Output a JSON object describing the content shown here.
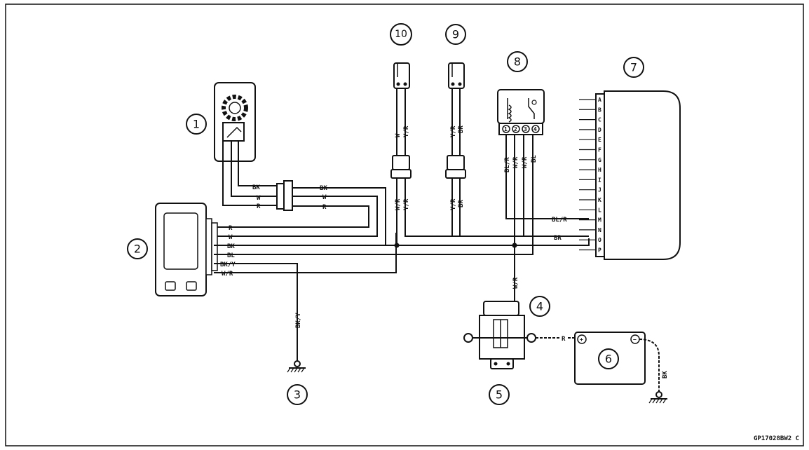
{
  "figure_code": "GP17028BW2 C",
  "callouts": [
    "1",
    "2",
    "3",
    "4",
    "5",
    "6",
    "7",
    "8",
    "9",
    "10"
  ],
  "ecu_pins": [
    "A",
    "B",
    "C",
    "D",
    "E",
    "F",
    "G",
    "H",
    "I",
    "J",
    "K",
    "L",
    "M",
    "N",
    "O",
    "P"
  ],
  "wire_labels": {
    "sw1_bk": "BK",
    "sw1_w": "W",
    "sw1_r": "R",
    "sw1b_bk": "BK",
    "sw1b_w": "W",
    "sw1b_r": "R",
    "meter_r": "R",
    "meter_w": "W",
    "meter_bk": "BK",
    "meter_bl": "BL",
    "meter_bky": "BK/Y",
    "meter_wr": "W/R",
    "ground_bky": "BK/Y",
    "c10_w": "W",
    "c10_yr": "Y/R",
    "c10_wr": "W/R",
    "c10_yr2": "Y/R",
    "c9_yr": "Y/R",
    "c9_br": "BR",
    "c9_yr2": "Y/R",
    "c9_br2": "BR",
    "relay_blr": "BL/R",
    "relay_wr": "W/R",
    "relay_wr2": "W/R",
    "relay_bl": "BL",
    "ecu_blr": "BL/R",
    "ecu_br": "BR",
    "fuse_wr": "W/R",
    "batt_r": "R",
    "batt_bk": "BK"
  },
  "relay_terminals": [
    "1",
    "2",
    "3",
    "4"
  ]
}
